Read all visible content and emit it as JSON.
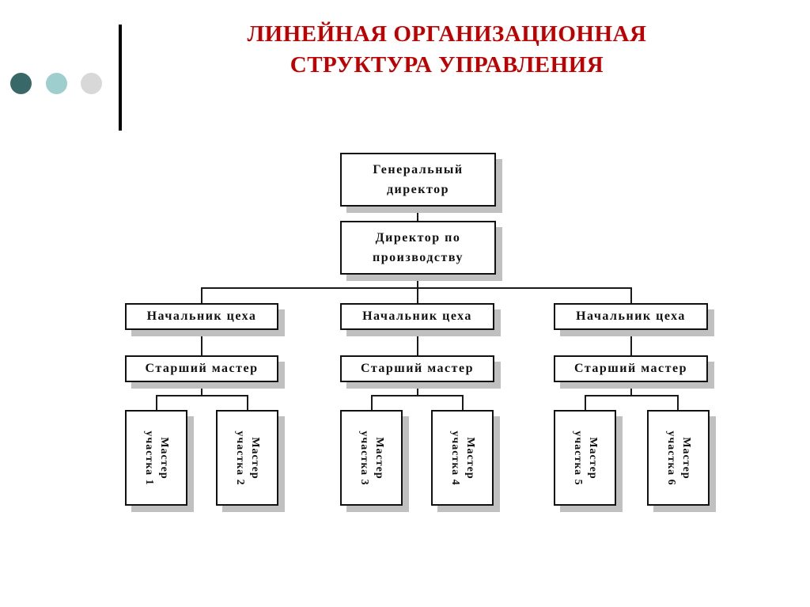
{
  "title": {
    "line1": "ЛИНЕЙНАЯ ОРГАНИЗАЦИОННАЯ",
    "line2": "СТРУКТУРА УПРАВЛЕНИЯ",
    "color": "#C00000"
  },
  "decor": {
    "bullet_colors": [
      "#396868",
      "#9FCECE",
      "#D8D8D8"
    ],
    "accent_bar_color": "#000000"
  },
  "org_chart": {
    "general_director": "Генеральный директор",
    "production_director": "Директор по производству",
    "branches": [
      {
        "shop_manager": "Начальник цеха",
        "senior_master": "Старший мастер",
        "masters": [
          "Мастер участка 1",
          "Мастер участка 2"
        ]
      },
      {
        "shop_manager": "Начальник цеха",
        "senior_master": "Старший мастер",
        "masters": [
          "Мастер участка 3",
          "Мастер участка 4"
        ]
      },
      {
        "shop_manager": "Начальник цеха",
        "senior_master": "Старший мастер",
        "masters": [
          "Мастер участка 5",
          "Мастер участка 6"
        ]
      }
    ]
  }
}
